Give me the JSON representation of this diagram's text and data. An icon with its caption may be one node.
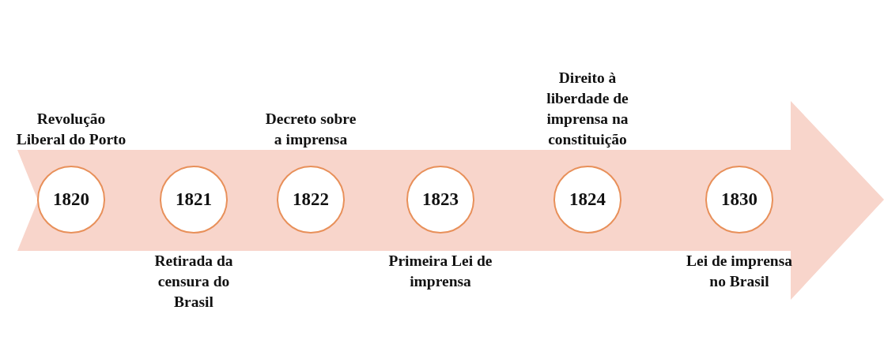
{
  "diagram": {
    "nodes": [
      {
        "text": [
          "1820"
        ],
        "beside": [
          "Revolução Liberal do Porto"
        ]
      },
      {
        "text": [
          "1821"
        ],
        "beside": [
          "Retirada da censura do Brasil"
        ]
      },
      {
        "text": [
          "1822"
        ],
        "beside": [
          "Decreto sobre a imprensa"
        ]
      },
      {
        "text": [
          "1823"
        ],
        "beside": [
          "Primeira Lei de imprensa"
        ]
      },
      {
        "text": [
          "1824"
        ],
        "beside": [
          "Direito à liberdade de imprensa na constituição"
        ]
      },
      {
        "text": [
          "1830"
        ],
        "beside": [
          "Lei de imprensa no Brasil"
        ]
      }
    ]
  }
}
